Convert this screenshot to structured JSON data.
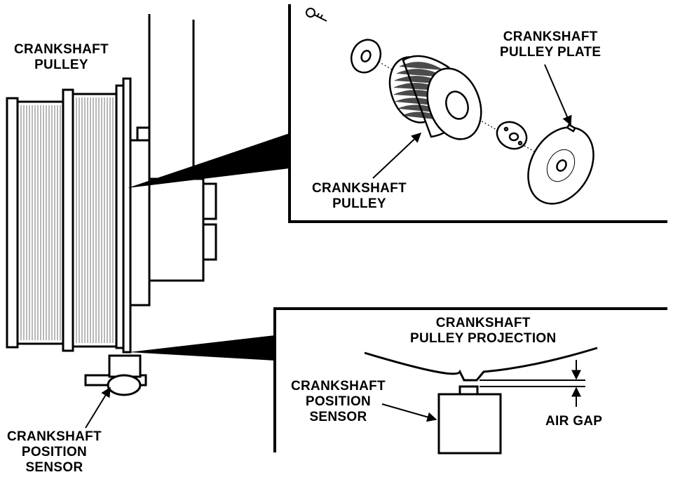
{
  "labels": {
    "main_pulley": [
      "CRANKSHAFT",
      "PULLEY"
    ],
    "inset_pulley": [
      "CRANKSHAFT",
      "PULLEY"
    ],
    "inset_plate": [
      "CRANKSHAFT",
      "PULLEY PLATE"
    ],
    "projection": [
      "CRANKSHAFT",
      "PULLEY PROJECTION"
    ],
    "inset_sensor": [
      "CRANKSHAFT",
      "POSITION",
      "SENSOR"
    ],
    "air_gap": "AIR GAP",
    "main_sensor": [
      "CRANKSHAFT",
      "POSITION",
      "SENSOR"
    ]
  }
}
